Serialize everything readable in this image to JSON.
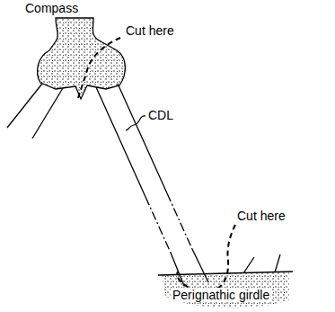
{
  "diagram": {
    "labels": [
      "Compass",
      "Cut here",
      "CDL",
      "Cut here",
      "Perignathic girdle"
    ]
  }
}
